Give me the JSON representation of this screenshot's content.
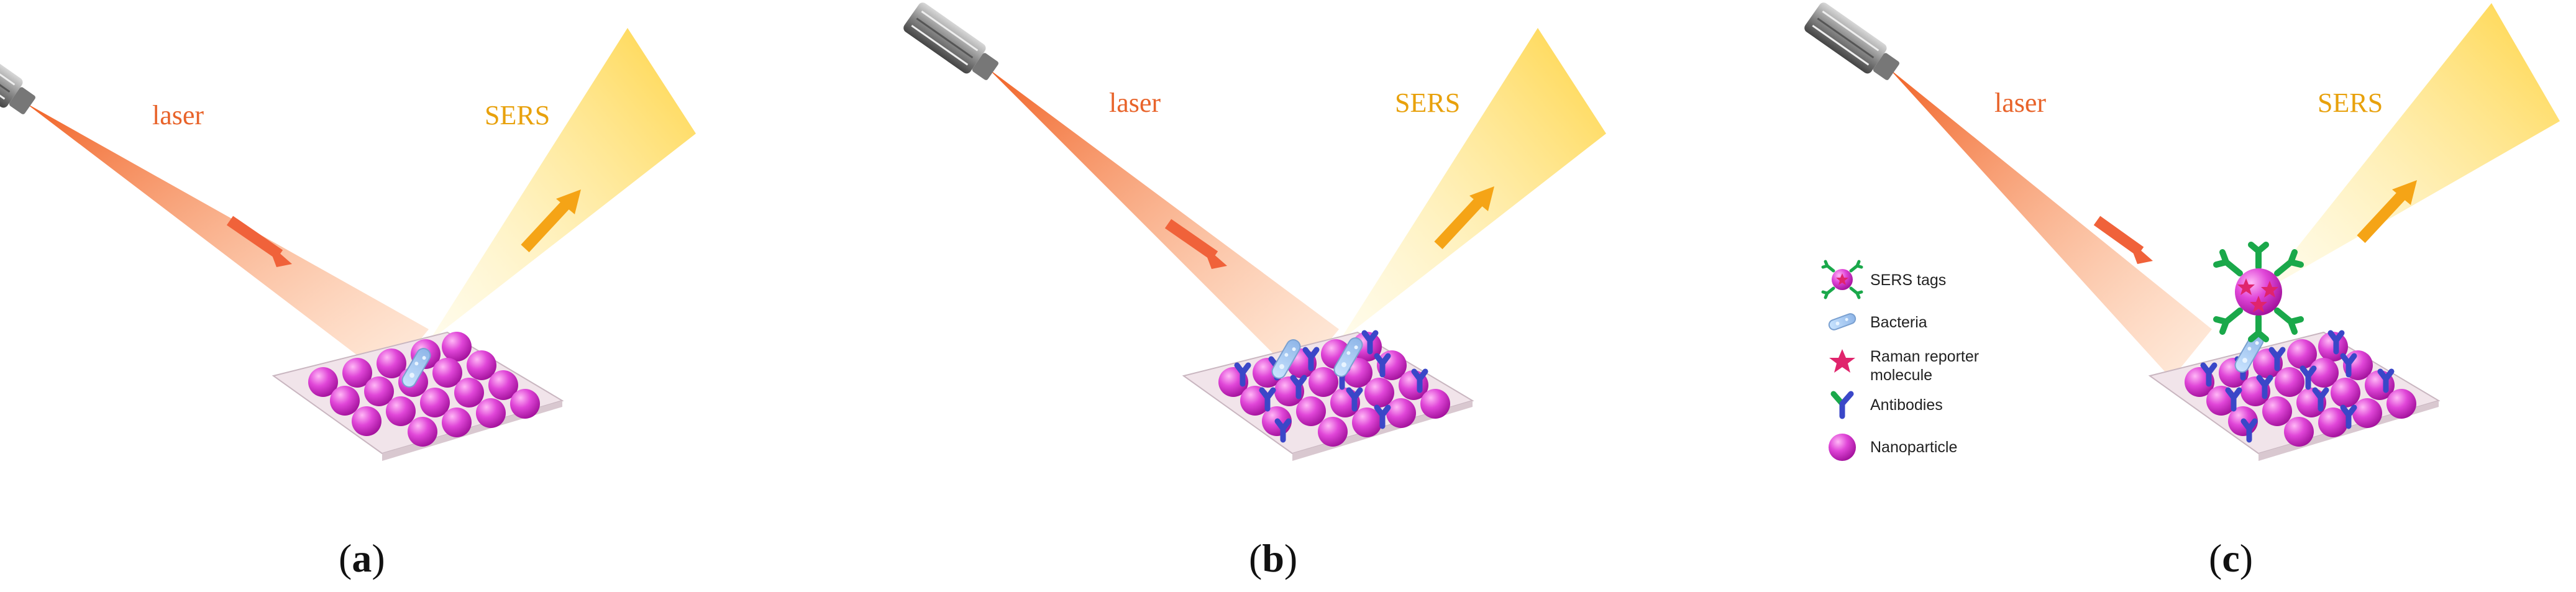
{
  "colors": {
    "laser_text": "#e8632a",
    "sers_text": "#e8a10c",
    "beam": "#f47a3a",
    "cone": "#ffd84a",
    "nanoparticle": "#e040d8",
    "antibody_blue": "#3a47c8",
    "antibody_green": "#1aa84a",
    "reporter": "#e0246c",
    "substrate": "#f3e9ee"
  },
  "panels": [
    {
      "id": "a",
      "laser_label": "laser",
      "sers_label": "SERS",
      "caption_open": "(",
      "caption_letter": "a",
      "caption_close": ")"
    },
    {
      "id": "b",
      "laser_label": "laser",
      "sers_label": "SERS",
      "caption_open": "(",
      "caption_letter": "b",
      "caption_close": ")"
    },
    {
      "id": "c",
      "laser_label": "laser",
      "sers_label": "SERS",
      "caption_open": "(",
      "caption_letter": "c",
      "caption_close": ")"
    }
  ],
  "legend": {
    "items": [
      {
        "icon": "sers-tag-icon",
        "label": "SERS tags"
      },
      {
        "icon": "bacteria-icon",
        "label": "Bacteria"
      },
      {
        "icon": "star-icon",
        "label_line1": "Raman reporter",
        "label_line2": "molecule"
      },
      {
        "icon": "antibody-icon",
        "label": "Antibodies"
      },
      {
        "icon": "nanoparticle-icon",
        "label": "Nanoparticle"
      }
    ]
  }
}
